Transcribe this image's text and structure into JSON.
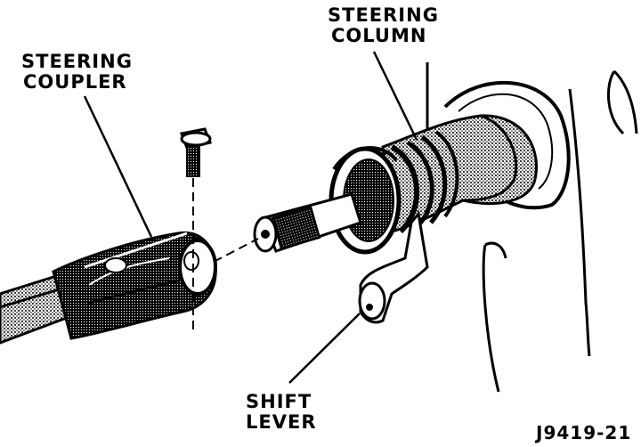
{
  "labels": {
    "steering_coupler": [
      "STEERING",
      "COUPLER"
    ],
    "steering_column": [
      "STEERING",
      "COLUMN"
    ],
    "shift_lever": [
      "SHIFT",
      "LEVER"
    ]
  },
  "figure_number": "J9419-21",
  "colors": {
    "ink": "#000000",
    "paper": "#ffffff",
    "shade": "#1a1a1a"
  }
}
